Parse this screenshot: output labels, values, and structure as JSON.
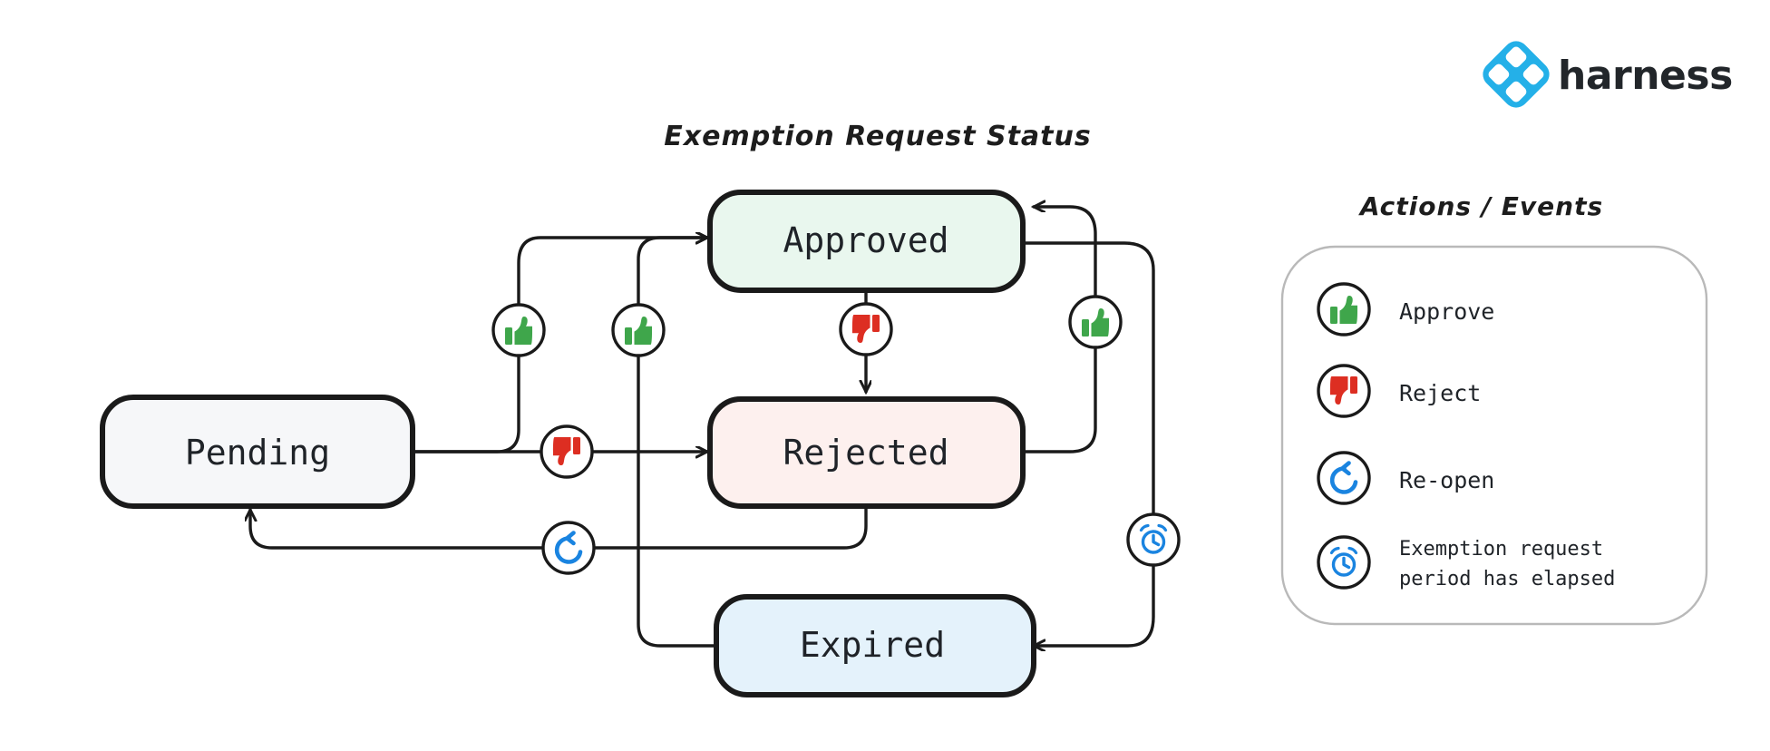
{
  "brand": {
    "logo_icon": "harness-diamond-logo-icon",
    "wordmark": "harness",
    "logo_color": "#24b0e8"
  },
  "diagram": {
    "title": "Exemption Request Status",
    "type": "state-machine",
    "nodes": [
      {
        "id": "pending",
        "label": "Pending",
        "fill": "#f6f7f9",
        "stroke": "#1a1a1a"
      },
      {
        "id": "approved",
        "label": "Approved",
        "fill": "#e9f7ee",
        "stroke": "#1a1a1a"
      },
      {
        "id": "rejected",
        "label": "Rejected",
        "fill": "#fdf0ee",
        "stroke": "#1a1a1a"
      },
      {
        "id": "expired",
        "label": "Expired",
        "fill": "#e4f2fb",
        "stroke": "#1a1a1a"
      }
    ],
    "transitions": [
      {
        "from": "pending",
        "to": "approved",
        "action": "approve",
        "icon": "thumbs-up-icon"
      },
      {
        "from": "pending",
        "to": "rejected",
        "action": "reject",
        "icon": "thumbs-down-icon"
      },
      {
        "from": "approved",
        "to": "rejected",
        "action": "reject",
        "icon": "thumbs-down-icon"
      },
      {
        "from": "rejected",
        "to": "approved",
        "action": "approve",
        "icon": "thumbs-up-icon"
      },
      {
        "from": "expired",
        "to": "approved",
        "action": "approve",
        "icon": "thumbs-up-icon"
      },
      {
        "from": "approved",
        "to": "expired",
        "action": "elapsed",
        "icon": "alarm-clock-icon"
      },
      {
        "from": "rejected",
        "to": "pending",
        "action": "re-open",
        "icon": "re-open-icon"
      }
    ]
  },
  "legend": {
    "title": "Actions / Events",
    "items": [
      {
        "icon": "thumbs-up-icon",
        "label": "Approve",
        "color": "#3fa64b"
      },
      {
        "icon": "thumbs-down-icon",
        "label": "Reject",
        "color": "#dd2e22"
      },
      {
        "icon": "re-open-icon",
        "label": "Re-open",
        "color": "#1a84e0"
      },
      {
        "icon": "alarm-clock-icon",
        "label_line1": "Exemption request",
        "label_line2": "period has elapsed",
        "color": "#1a84e0"
      }
    ]
  }
}
